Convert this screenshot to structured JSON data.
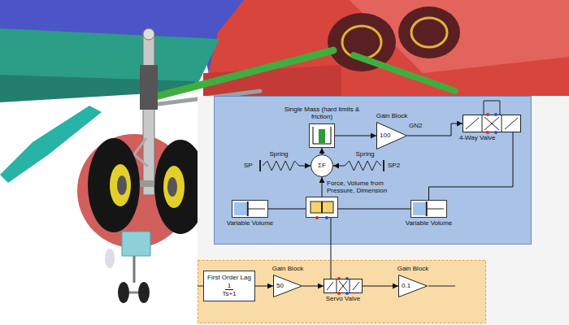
{
  "diagram": {
    "nodes": [
      {
        "text": [
          "Single Mass (hard limits & friction)"
        ]
      },
      {
        "text": [
          "Gain Block",
          "100"
        ]
      },
      {
        "text": [
          "4-Way Valve"
        ]
      },
      {
        "text": [
          "Spring"
        ]
      },
      {
        "text": [
          "ΣF"
        ]
      },
      {
        "text": [
          "Spring"
        ]
      },
      {
        "text": [
          "Variable Volume"
        ]
      },
      {
        "text": [
          "Force, Volume from Pressure, Dimension"
        ]
      },
      {
        "text": [
          "Variable Volume"
        ]
      },
      {
        "text": [
          "First Order Lag",
          "1",
          "Ts+1"
        ]
      },
      {
        "text": [
          "Gain Block",
          "50"
        ]
      },
      {
        "text": [
          "Servo Valve"
        ]
      },
      {
        "text": [
          "Gain Block",
          "0.1"
        ]
      }
    ],
    "edges": [
      {
        "from": 0,
        "to": 1,
        "arrow": "to"
      },
      {
        "from": 1,
        "to": 2,
        "arrow": "to"
      },
      {
        "from": 2,
        "to": 8,
        "arrow": "none"
      },
      {
        "from": 3,
        "to": 4,
        "arrow": "to"
      },
      {
        "from": 5,
        "to": 4,
        "arrow": "to"
      },
      {
        "from": 4,
        "to": 0,
        "arrow": "to"
      },
      {
        "from": 7,
        "to": 4,
        "arrow": "to"
      },
      {
        "from": 6,
        "to": 7,
        "arrow": "none"
      },
      {
        "from": 7,
        "to": 8,
        "arrow": "none"
      },
      {
        "from": 7,
        "to": 11,
        "arrow": "none"
      },
      {
        "from": 9,
        "to": 10,
        "arrow": "to"
      },
      {
        "from": 10,
        "to": 11,
        "arrow": "to"
      },
      {
        "from": 11,
        "to": 12,
        "arrow": "to"
      }
    ],
    "labels": [
      "SP",
      "SP2",
      "GN2"
    ]
  }
}
